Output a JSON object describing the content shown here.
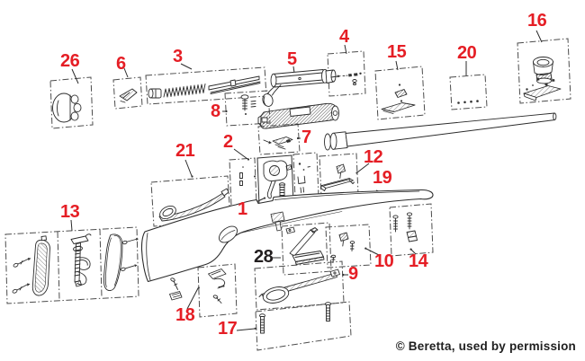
{
  "colors": {
    "background": "#ffffff",
    "callout_red": "#e51e25",
    "callout_black": "#231f20",
    "line_art": "#2b2b2b"
  },
  "credit_text": "© Beretta, used by permission",
  "callouts": {
    "c1": "1",
    "c2": "2",
    "c3": "3",
    "c4": "4",
    "c5": "5",
    "c6": "6",
    "c7": "7",
    "c8": "8",
    "c9": "9",
    "c10": "10",
    "c12": "12",
    "c13": "13",
    "c14": "14",
    "c15": "15",
    "c16": "16",
    "c17": "17",
    "c18": "18",
    "c19": "19",
    "c20": "20",
    "c21": "21",
    "c26": "26",
    "c28": "28"
  }
}
